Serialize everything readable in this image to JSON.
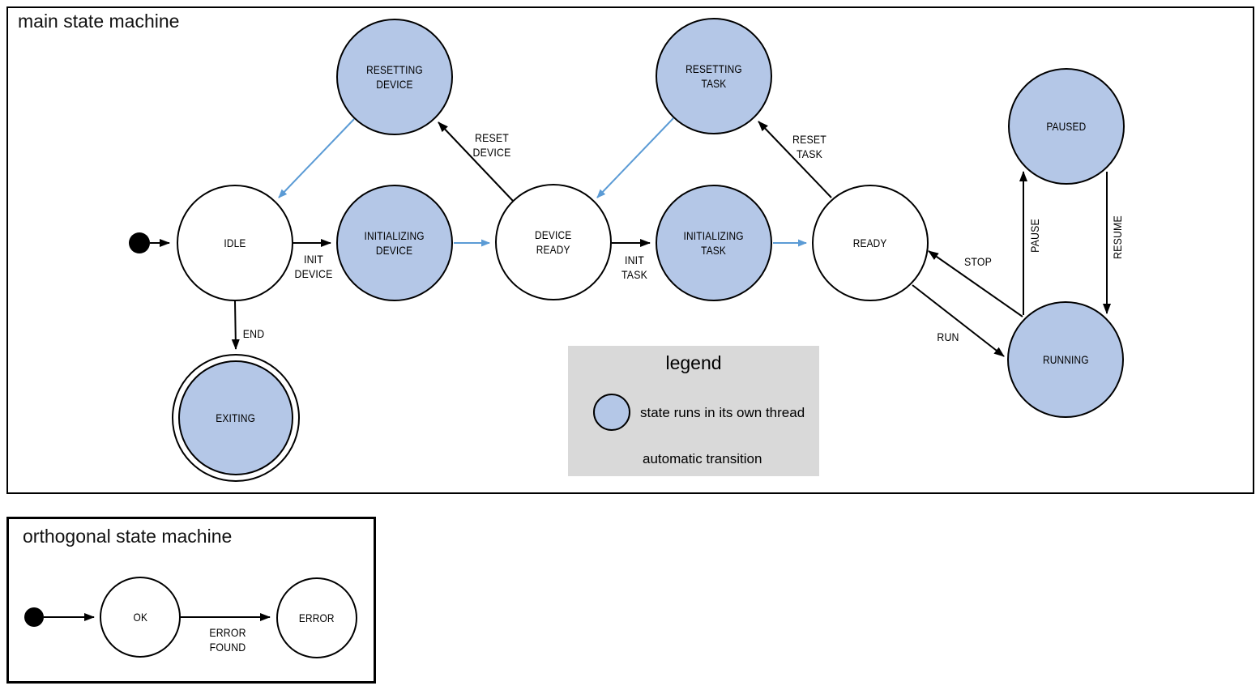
{
  "main_panel": {
    "title": "main state machine",
    "states": {
      "idle": "IDLE",
      "resetting_device": "RESETTING\nDEVICE",
      "initializing_device": "INITIALIZING\nDEVICE",
      "device_ready": "DEVICE\nREADY",
      "resetting_task": "RESETTING\nTASK",
      "initializing_task": "INITIALIZING\nTASK",
      "ready": "READY",
      "paused": "PAUSED",
      "running": "RUNNING",
      "exiting": "EXITING"
    },
    "transitions": {
      "init_device": "INIT\nDEVICE",
      "reset_device": "RESET\nDEVICE",
      "init_task": "INIT\nTASK",
      "reset_task": "RESET\nTASK",
      "stop": "STOP",
      "run": "RUN",
      "pause": "PAUSE",
      "resume": "RESUME",
      "end": "END"
    }
  },
  "legend": {
    "title": "legend",
    "thread_state_label": "state runs in its own thread",
    "auto_transition_label": "automatic transition"
  },
  "orthogonal_panel": {
    "title": "orthogonal state machine",
    "states": {
      "ok": "OK",
      "error": "ERROR"
    },
    "transitions": {
      "error_found": "ERROR\nFOUND"
    }
  },
  "colors": {
    "thread_state_fill": "#b4c7e7",
    "state_border": "#000000",
    "auto_transition_blue": "#5b9bd5",
    "legend_background": "#d9d9d9"
  }
}
